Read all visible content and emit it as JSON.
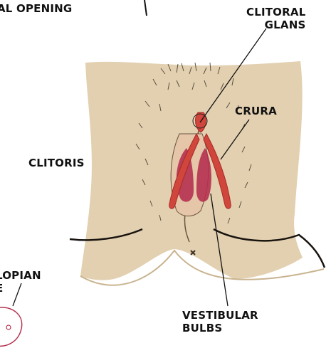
{
  "labels": {
    "opening": "AL OPENING",
    "glans": [
      "CLITORAL",
      "GLANS"
    ],
    "crura": "CRURA",
    "clitoris": "CLITORIS",
    "tube": [
      "LOPIAN",
      "E"
    ],
    "bulbs": [
      "VESTIBULAR",
      "BULBS"
    ]
  },
  "colors": {
    "skin": "#e2d0b0",
    "skin_shadow": "#c9b48f",
    "clitoris": "#d0463c",
    "clitoris_dark": "#a82b26",
    "bulb": "#b5304f",
    "hair": "#3a2f24",
    "outline": "#1a1410",
    "leader": "#111111"
  }
}
